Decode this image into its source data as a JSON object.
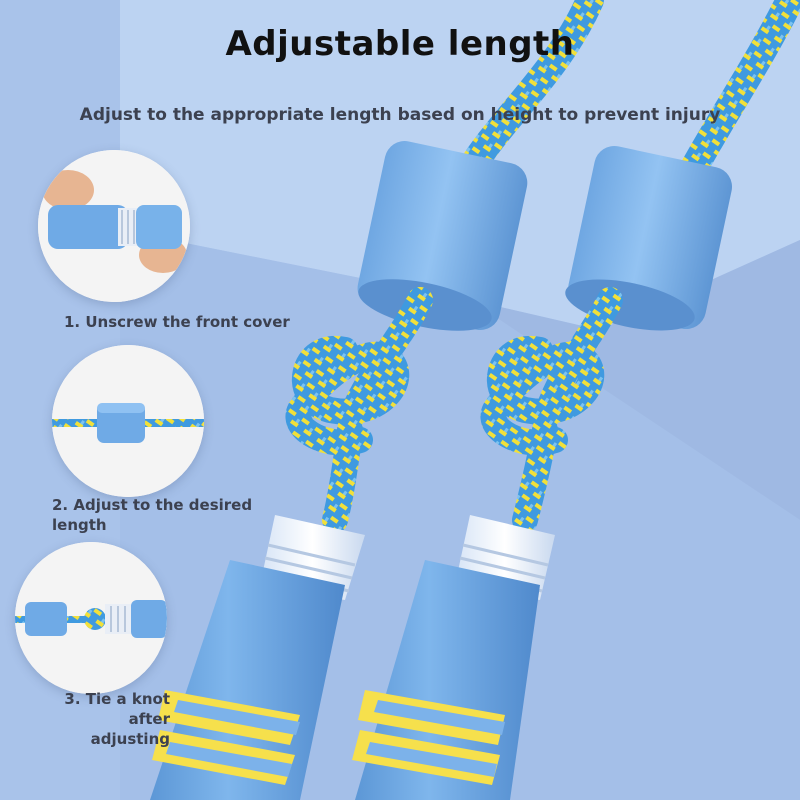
{
  "header": {
    "title": "Adjustable length",
    "subtitle": "Adjust to the appropriate length based on height to prevent injury"
  },
  "steps": [
    {
      "caption": "1. Unscrew the front cover"
    },
    {
      "caption_line1": "2. Adjust to the desired",
      "caption_line2": "length"
    },
    {
      "caption_line1": "3. Tie a knot after",
      "caption_line2": "adjusting"
    }
  ],
  "colors": {
    "background": "#a9c3ea",
    "handle_blue": "#6faae6",
    "rope_blue": "#3f9ae0",
    "rope_yellow": "#f1e03a",
    "ring_yellow": "#f6e04c",
    "text_dark": "#111111",
    "text_grey": "#3c4150"
  }
}
